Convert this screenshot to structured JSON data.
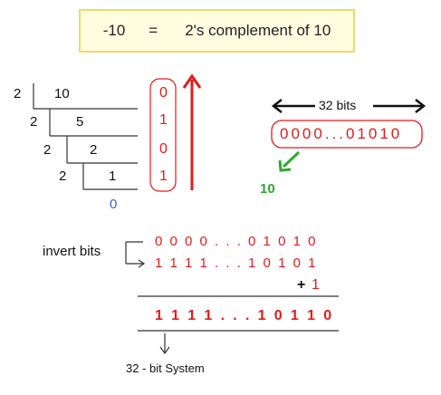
{
  "title": {
    "left": "-10",
    "eq": "=",
    "right": "2's  complement  of  10"
  },
  "division": {
    "divisor": "2",
    "rows": [
      {
        "divisor": "2",
        "quotient": "10"
      },
      {
        "divisor": "2",
        "quotient": "5"
      },
      {
        "divisor": "2",
        "quotient": "2"
      },
      {
        "divisor": "2",
        "quotient": "1"
      }
    ],
    "final_quotient": "0",
    "remainders": [
      "0",
      "1",
      "0",
      "1"
    ]
  },
  "bits_label": "32  bits",
  "binary_32": "0000...01010",
  "decimal_value": "10",
  "invert_label": "invert bits",
  "original_bits": "0 0 0 0 . . . 0 1 0 1 0",
  "inverted_bits": "1 1 1 1 . . . 1 0 1 0 1",
  "plus": "+",
  "plus_value": "1",
  "result_bits": "1 1 1 1 . . . 1 0 1 1 0",
  "system_label": "32 - bit System",
  "colors": {
    "red": "#e31b1b",
    "green": "#2fa82f",
    "blue": "#3b5bdb",
    "title_bg": "#fffde0",
    "title_border": "#f0d96a"
  }
}
